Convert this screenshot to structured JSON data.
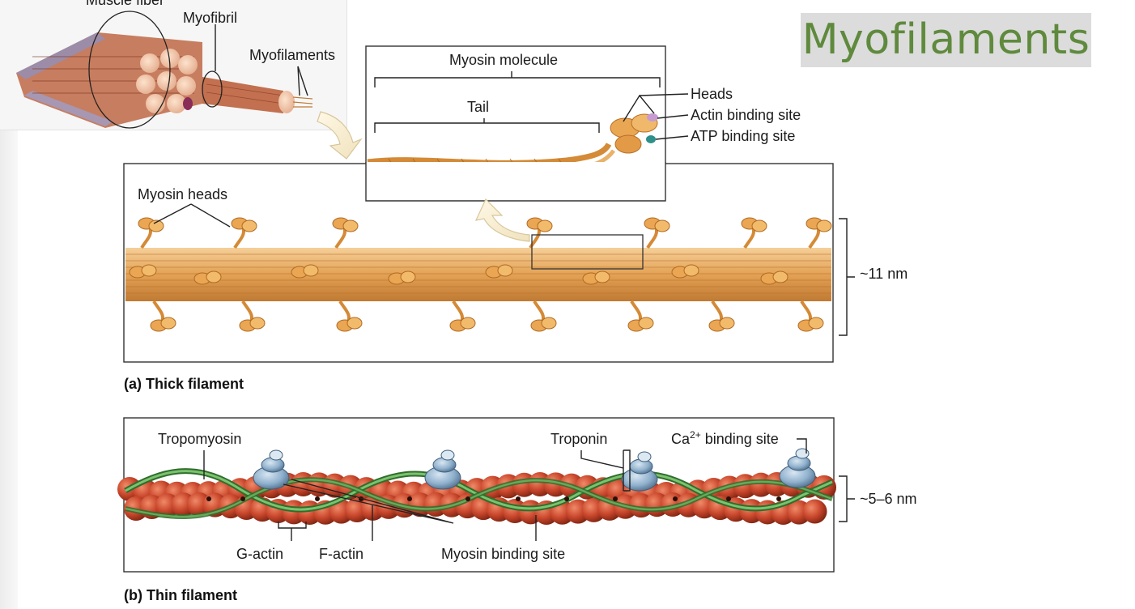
{
  "slide": {
    "title": "Myofilaments"
  },
  "inset": {
    "muscle_fiber": "Muscle fiber",
    "myofibril": "Myofibril",
    "myofilaments": "Myofilaments"
  },
  "myosin_molecule": {
    "title": "Myosin molecule",
    "tail": "Tail",
    "heads": "Heads",
    "actin_binding_site": "Actin binding site",
    "atp_binding_site": "ATP binding site"
  },
  "thick_filament": {
    "myosin_heads": "Myosin heads",
    "diameter": "~11 nm",
    "caption": "(a) Thick filament"
  },
  "thin_filament": {
    "tropomyosin": "Tropomyosin",
    "troponin": "Troponin",
    "ca_binding_site_prefix": "Ca",
    "ca_binding_site_sup": "2+",
    "ca_binding_site_suffix": " binding site",
    "g_actin": "G-actin",
    "f_actin": "F-actin",
    "myosin_binding_site": "Myosin binding site",
    "diameter": "~5–6 nm",
    "caption": "(b) Thin filament"
  },
  "colors": {
    "title_green": "#5f8a3d",
    "title_bg": "#dcdcdc",
    "myosin_orange": "#e3a255",
    "actin_red": "#b8412a",
    "tropomyosin_green": "#3f8b3a",
    "troponin_blue": "#7d9fbe"
  }
}
